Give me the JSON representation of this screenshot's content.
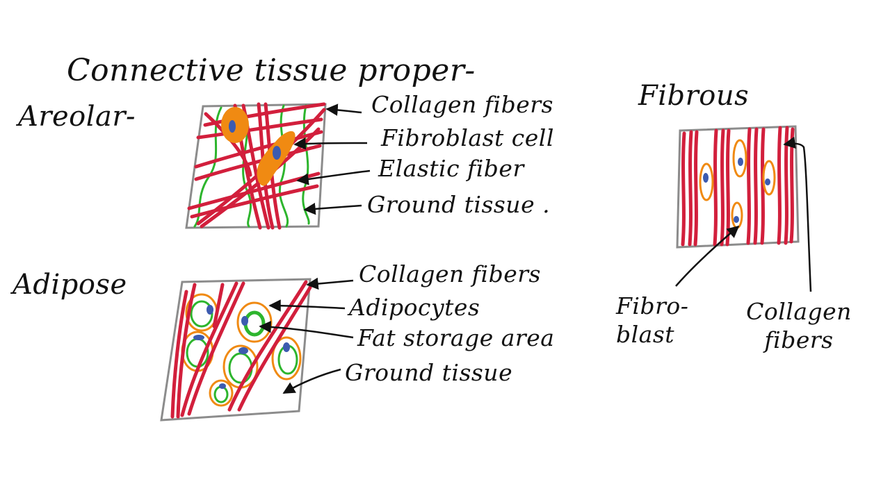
{
  "title": "Connective tissue proper-",
  "colors": {
    "ink": "#111111",
    "collagen": "#d21f3c",
    "elastic": "#2db52d",
    "fibroblast": "#f08a12",
    "nucleus": "#3c5bb0",
    "ground_box": "#8c8c8c"
  },
  "areolar": {
    "heading": "Areolar-",
    "labels": {
      "collagen": "Collagen fibers",
      "fibroblast": "Fibroblast cell",
      "elastic": "Elastic fiber",
      "ground": "Ground tissue ."
    }
  },
  "adipose": {
    "heading": "Adipose",
    "labels": {
      "collagen": "Collagen fibers",
      "adipocytes": "Adipocytes",
      "fat": "Fat storage area",
      "ground": "Ground tissue"
    }
  },
  "fibrous": {
    "heading": "Fibrous",
    "labels": {
      "fibroblast": "Fibro- blast",
      "collagen": "Collagen fibers"
    }
  }
}
